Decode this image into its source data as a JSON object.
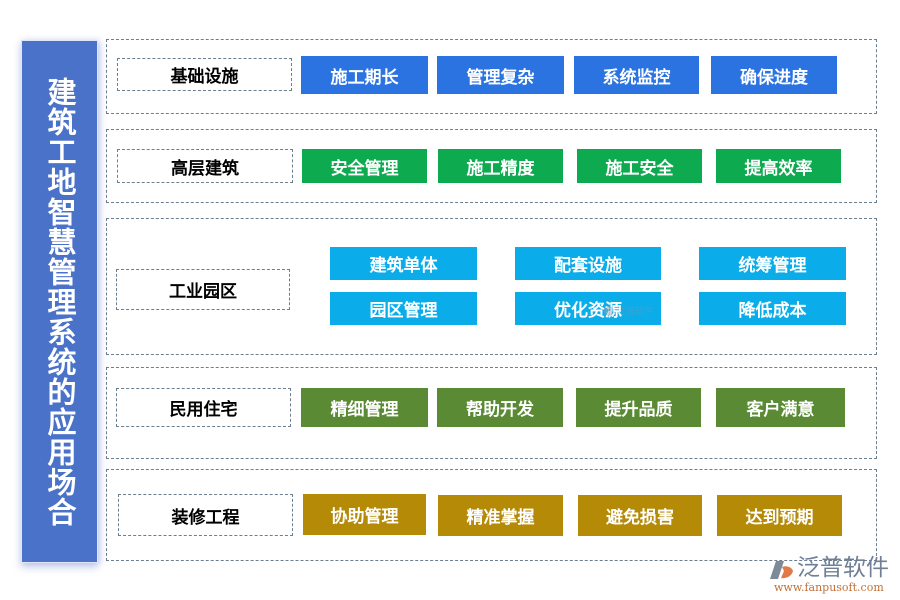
{
  "sidebar": {
    "title": "建筑工地智慧管理系统的应用场合",
    "color": "#4A72C9"
  },
  "rows": [
    {
      "label": "基础设施",
      "color": "#2C73E2",
      "items": [
        "施工期长",
        "管理复杂",
        "系统监控",
        "确保进度"
      ]
    },
    {
      "label": "高层建筑",
      "color": "#0DAA4F",
      "items": [
        "安全管理",
        "施工精度",
        "施工安全",
        "提高效率"
      ]
    },
    {
      "label": "工业园区",
      "color": "#0AADEA",
      "items": [
        "建筑单体",
        "配套设施",
        "统筹管理",
        "园区管理",
        "优化资源",
        "降低成本"
      ]
    },
    {
      "label": "民用住宅",
      "color": "#5A8A33",
      "items": [
        "精细管理",
        "帮助开发",
        "提升品质",
        "客户满意"
      ]
    },
    {
      "label": "装修工程",
      "color": "#B48A07",
      "items": [
        "协助管理",
        "精准掌握",
        "避免损害",
        "达到预期"
      ]
    }
  ],
  "watermark": {
    "text": "泛普软件"
  },
  "logo": {
    "name": "泛普软件",
    "url": "www.fanpusoft.com"
  }
}
